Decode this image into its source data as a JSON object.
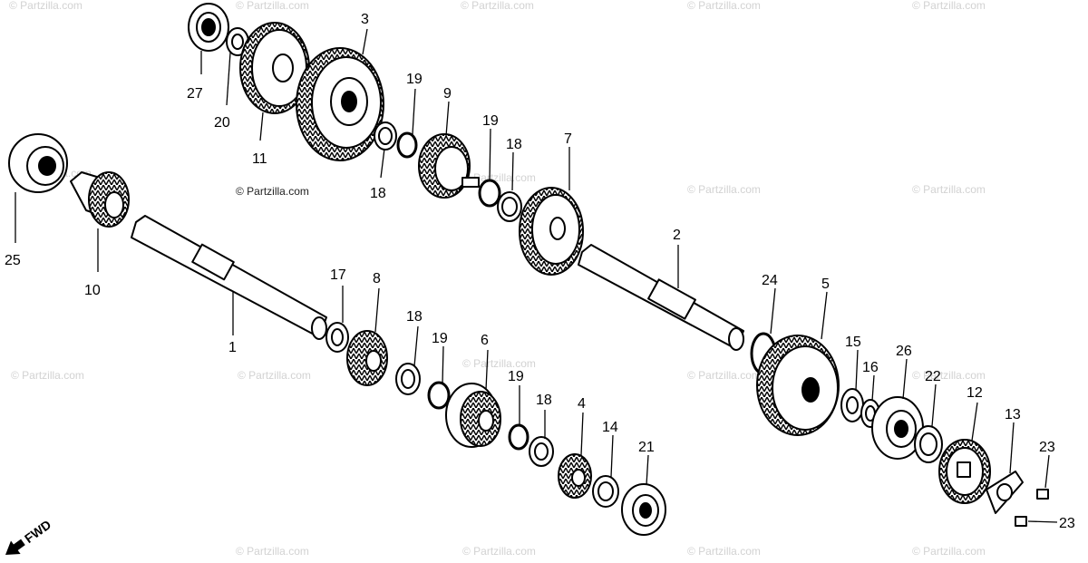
{
  "credit": "© Partzilla.com",
  "watermark": "© Partzilla.com",
  "fwd_label": "FWD",
  "callouts": [
    "27",
    "20",
    "11",
    "3",
    "19",
    "9",
    "19",
    "18",
    "7",
    "18",
    "25",
    "10",
    "1",
    "17",
    "8",
    "18",
    "19",
    "6",
    "19",
    "18",
    "4",
    "14",
    "21",
    "2",
    "24",
    "5",
    "15",
    "16",
    "26",
    "22",
    "12",
    "13",
    "23",
    "23"
  ],
  "colors": {
    "ink": "#000000",
    "watermark": "#d2d2d2",
    "background": "#ffffff"
  }
}
